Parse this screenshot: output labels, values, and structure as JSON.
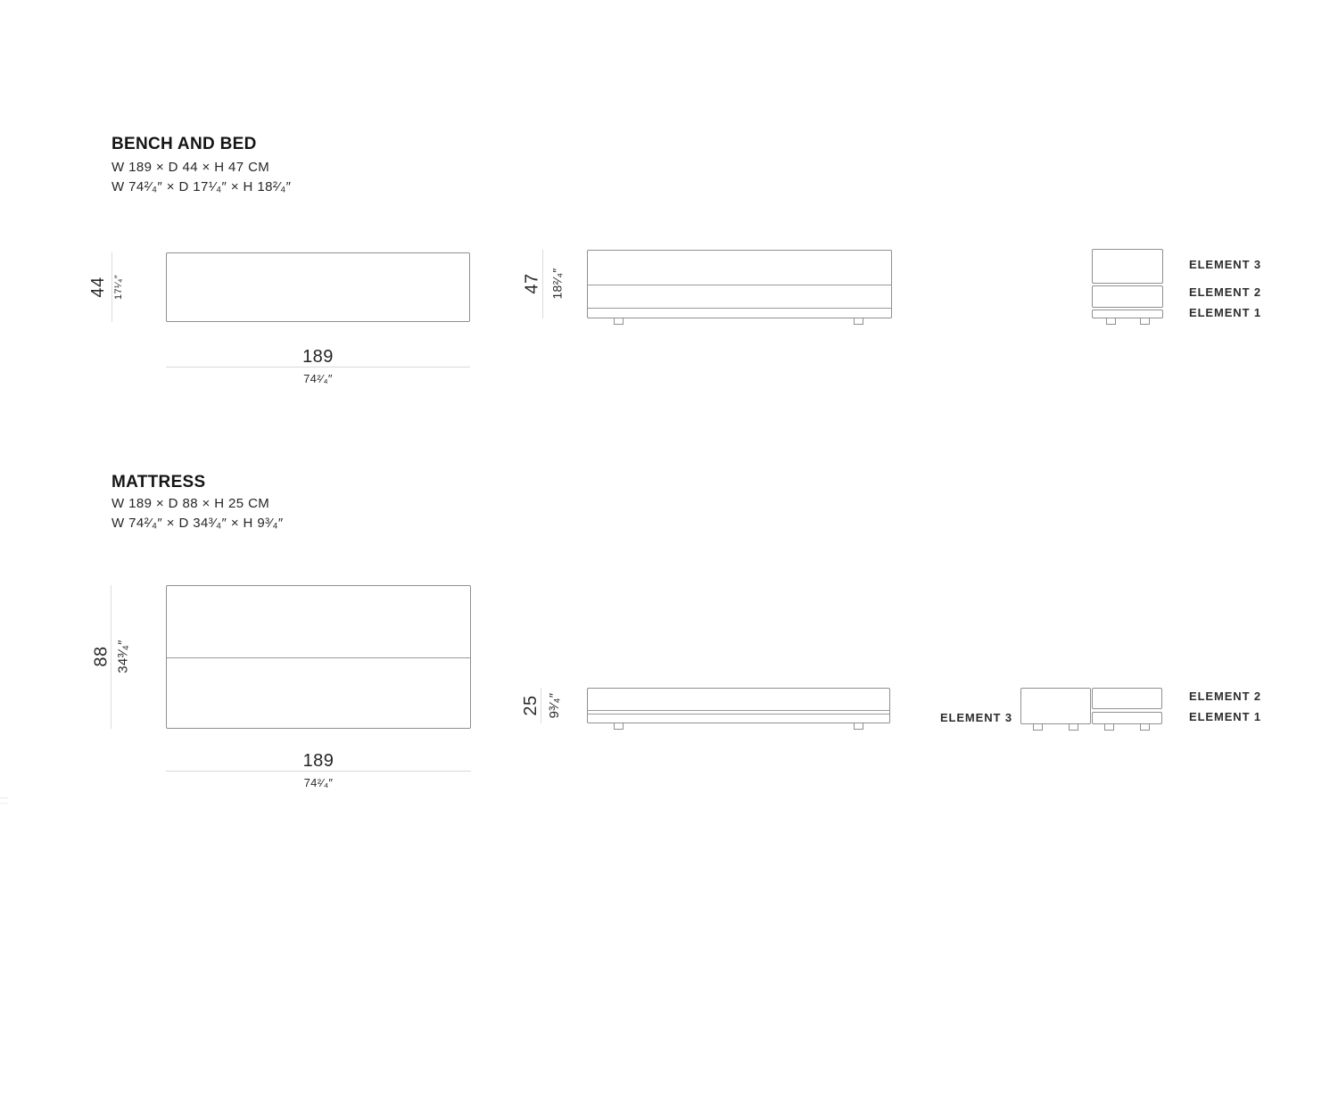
{
  "page": {
    "background": "#ffffff",
    "drawing_line_color": "#8f8f8f",
    "dimension_line_color": "#dcdcdc",
    "text_color": "#1f1f1f"
  },
  "sections": [
    {
      "title": "BENCH AND BED",
      "dim_cm": "W 189 × D 44 × H 47 CM",
      "dim_in": "W 74²⁄₄″ × D 17¹⁄₄″ × H 18²⁄₄″",
      "plan": {
        "depth_cm": "44",
        "depth_in": "17¹⁄₄″",
        "width_cm": "189",
        "width_in": "74²⁄₄″"
      },
      "front": {
        "height_cm": "47",
        "height_in": "18²⁄₄″"
      },
      "elements": [
        "ELEMENT 3",
        "ELEMENT 2",
        "ELEMENT 1"
      ]
    },
    {
      "title": "MATTRESS",
      "dim_cm": "W 189 × D 88 × H 25 CM",
      "dim_in": "W 74²⁄₄″ × D 34³⁄₄″ × H 9³⁄₄″",
      "plan": {
        "depth_cm": "88",
        "depth_in": "34³⁄₄″",
        "width_cm": "189",
        "width_in": "74²⁄₄″"
      },
      "front": {
        "height_cm": "25",
        "height_in": "9³⁄₄″"
      },
      "elements": [
        "ELEMENT 3",
        "ELEMENT 2",
        "ELEMENT 1"
      ]
    }
  ]
}
